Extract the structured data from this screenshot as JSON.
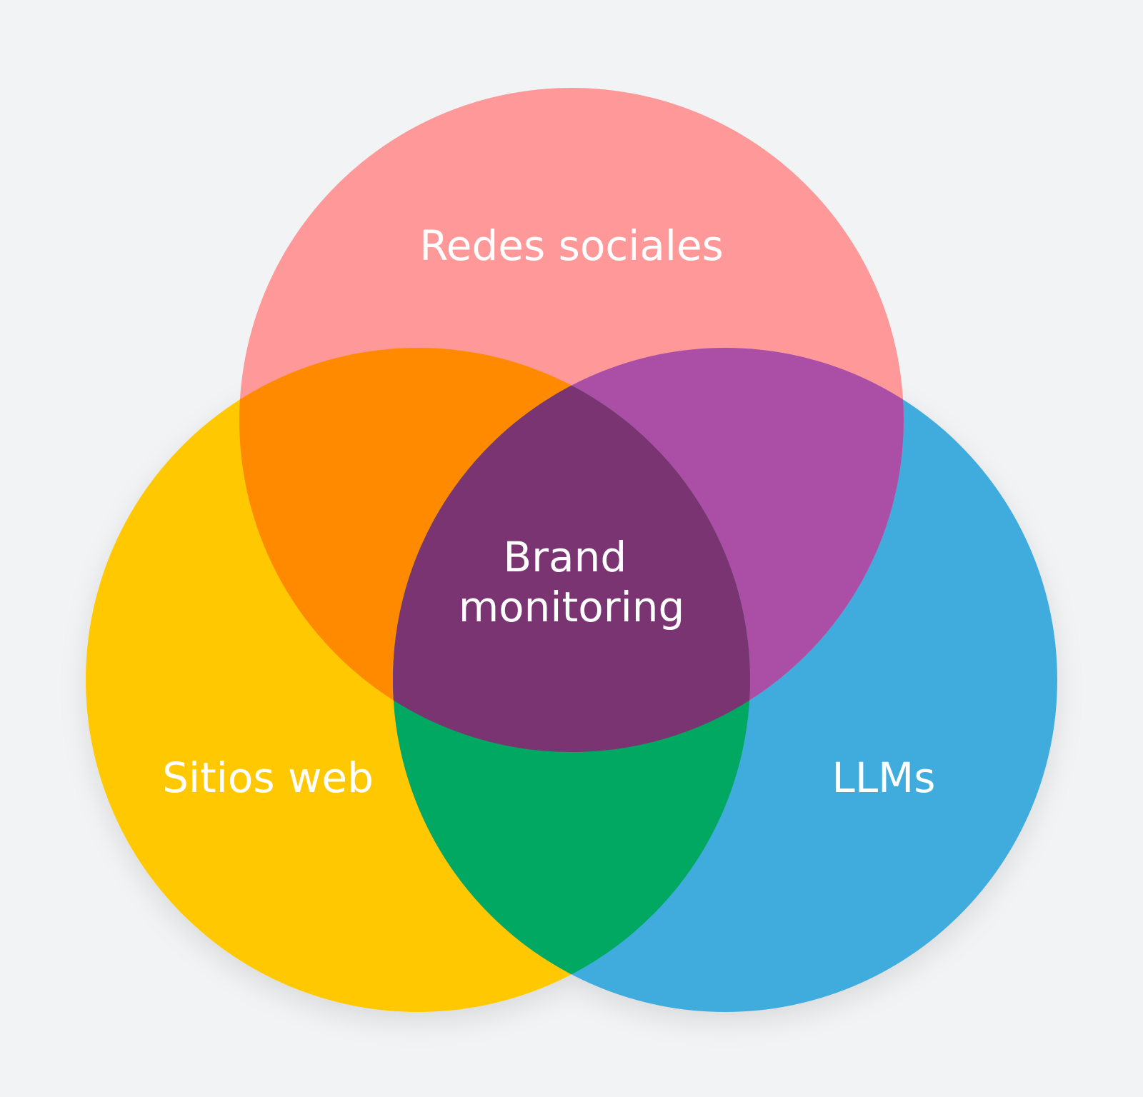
{
  "diagram": {
    "type": "venn-3",
    "sets": [
      {
        "id": "top",
        "label": "Redes sociales",
        "color": "#ff9999"
      },
      {
        "id": "left",
        "label": "Sitios web",
        "color": "#ffc800"
      },
      {
        "id": "right",
        "label": "LLMs",
        "color": "#3facde"
      }
    ],
    "intersections": [
      {
        "sets": [
          "top",
          "left"
        ],
        "color": "#ff8a00"
      },
      {
        "sets": [
          "top",
          "right"
        ],
        "color": "#ab4fa6"
      },
      {
        "sets": [
          "left",
          "right"
        ],
        "color": "#00a862"
      },
      {
        "sets": [
          "top",
          "left",
          "right"
        ],
        "color": "#7a3472"
      }
    ],
    "center_label_lines": [
      "Brand",
      "monitoring"
    ]
  },
  "background_color": "#f2f3f5"
}
